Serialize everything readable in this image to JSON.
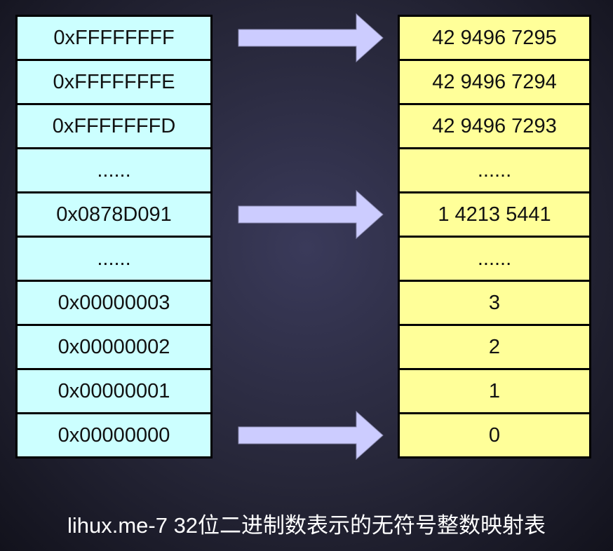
{
  "left_cells": [
    "0xFFFFFFFF",
    "0xFFFFFFFE",
    "0xFFFFFFFD",
    "......",
    "0x0878D091",
    "......",
    "0x00000003",
    "0x00000002",
    "0x00000001",
    "0x00000000"
  ],
  "right_cells": [
    "42 9496 7295",
    "42 9496 7294",
    "42 9496 7293",
    "......",
    "1 4213 5441",
    "......",
    "3",
    "2",
    "1",
    "0"
  ],
  "arrow_rows": [
    0,
    4,
    9
  ],
  "caption": "lihux.me-7 32位二进制数表示的无符号整数映射表",
  "colors": {
    "left_fill": "#ccffff",
    "right_fill": "#ffff99",
    "arrow_fill": "#ccccff",
    "border": "#000000"
  }
}
